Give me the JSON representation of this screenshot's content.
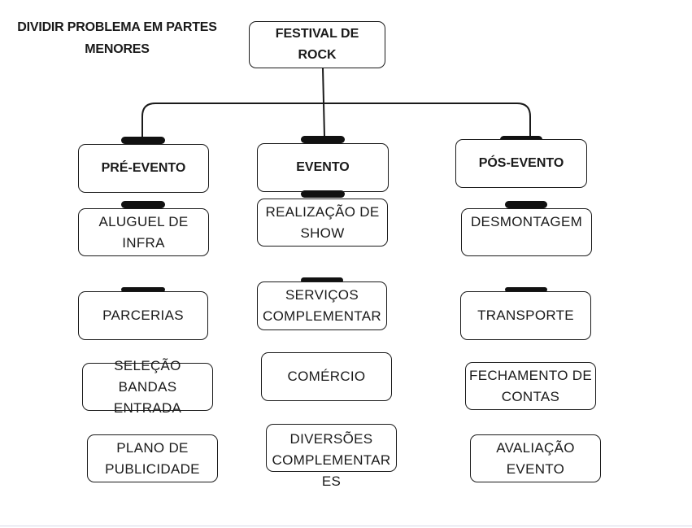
{
  "heading": {
    "line1": "DIVIDIR PROBLEMA  EM PARTES",
    "line2": "MENORES"
  },
  "root": {
    "label": "FESTIVAL DE\nROCK"
  },
  "categories": [
    {
      "label": "PRÉ-EVENTO",
      "items": [
        "ALUGUEL DE\nINFRA",
        "PARCERIAS",
        "SELEÇÃO\nBANDAS\nENTRADA",
        "PLANO DE\nPUBLICIDADE"
      ]
    },
    {
      "label": "EVENTO",
      "items": [
        "REALIZAÇÃO DE\nSHOW",
        "SERVIÇOS\nCOMPLEMENTAR",
        "COMÉRCIO",
        "DIVERSÕES\nCOMPLEMENTAR\nES"
      ]
    },
    {
      "label": "PÓS-EVENTO",
      "items": [
        "DESMONTAGEM",
        "TRANSPORTE",
        "FECHAMENTO DE\nCONTAS",
        "AVALIAÇÃO\nEVENTO"
      ]
    }
  ]
}
